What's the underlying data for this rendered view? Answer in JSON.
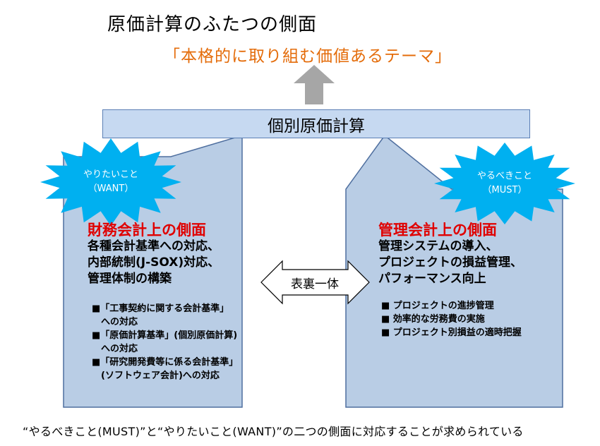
{
  "title": "原価計算のふたつの側面",
  "subtitle": "「本格的に取り組む価値あるテーマ」",
  "top_bar": "個別原価計算",
  "left": {
    "burst": [
      "やりたいこと",
      "（WANT）"
    ],
    "heading": "財務会計上の側面",
    "lines": [
      "各種会計基準への対応、",
      "内部統制(J-SOX)対応、",
      "管理体制の構築"
    ],
    "bullets": [
      "■「工事契約に関する会計基準」",
      "　への対応",
      "■「原価計算基準」(個別原価計算)",
      "　への対応",
      "■「研究開発費等に係る会計基準」",
      "　(ソフトウェア会計)への対応"
    ]
  },
  "right": {
    "burst": [
      "やるべきこと",
      "（MUST）"
    ],
    "heading": "管理会計上の側面",
    "lines": [
      "管理システムの導入、",
      "プロジェクトの損益管理、",
      "パフォーマンス向上"
    ],
    "bullets": [
      "■ プロジェクトの進捗管理",
      "■ 効率的な労務費の実施",
      "■ プロジェクト別損益の適時把握"
    ]
  },
  "center": "表裏一体",
  "footer": "“やるべきこと(MUST)”と“やりたいこと(WANT)”の二つの側面に対応することが求められている",
  "colors": {
    "panel_fill": "#b9cde5",
    "panel_border": "#4f6f9f",
    "bar_fill": "#c6d9f1",
    "burst": "#00b0f0",
    "heading": "#e00000",
    "subtitle": "#e46c0a",
    "arrow": "#a6a6a6"
  }
}
